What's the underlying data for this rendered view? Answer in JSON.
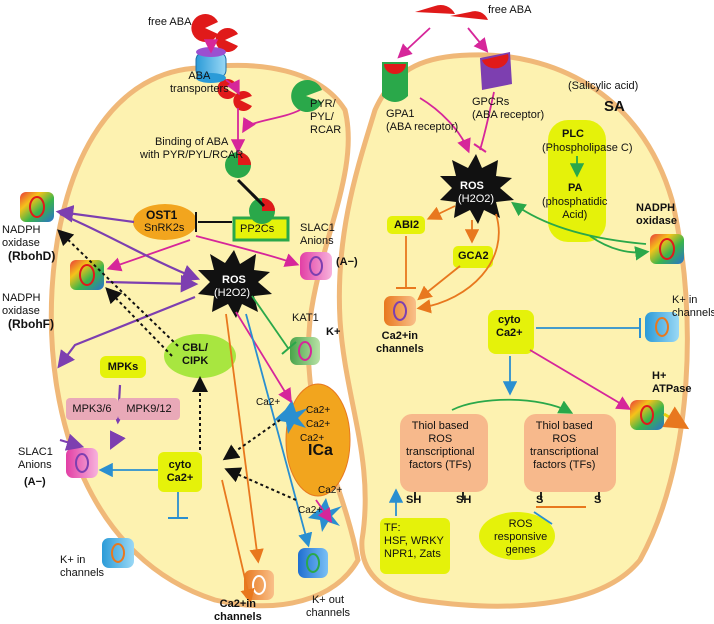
{
  "colors": {
    "cell_fill": "#fdf2b0",
    "cell_border": "#f0b878",
    "arrow_magenta": "#d6269a",
    "arrow_purple": "#7d3fb0",
    "arrow_blue": "#2a8fd0",
    "arrow_green": "#2aa84a",
    "arrow_orange": "#e8781e",
    "inhibit_black": "#111111",
    "lime_box": "#e5f20a",
    "peach_box": "#f7b98c",
    "orange_box": "#f2a51e",
    "ros_star": "#111111"
  },
  "left_cell": {
    "free_aba": "free ABA",
    "aba_transporters": "ABA\ntransporters",
    "pyr_receptor": "PYR/\nPYL/\nRCAR",
    "binding": "Binding of ABA\nwith PYR/PYL/RCAR",
    "ost1_title": "OST1",
    "ost1_sub": "SnRK2s",
    "pp2cs": "PP2Cs",
    "nadph_d_label": "NADPH\noxidase",
    "nadph_d_name": "(RbohD)",
    "nadph_f_label": "NADPH\noxidase",
    "nadph_f_name": "(RbohF)",
    "ros": "ROS",
    "ros_sub": "(H2O2)",
    "slac1_top_label": "SLAC1\nAnions",
    "slac1_top_ion": "(A−)",
    "kat1_label": "KAT1",
    "kat1_ion": "K+",
    "cbl": "CBL/\nCIPK",
    "mpks": "MPKs",
    "mpk36": "MPK3/6",
    "mpk912": "MPK9/12",
    "ica": "ICa",
    "ca_small": [
      "Ca2+",
      "Ca2+",
      "Ca2+",
      "Ca2+",
      "Ca2+",
      "Ca2+"
    ],
    "cyto_ca": "cyto\nCa2+",
    "slac1_bottom_label": "SLAC1\nAnions",
    "slac1_bottom_ion": "(A−)",
    "k_in_label": "K+ in\nchannels",
    "ca_in_label": "Ca2+in\nchannels",
    "k_out_label": "K+ out\nchannels"
  },
  "right_cell": {
    "free_aba": "free ABA",
    "gpa1": "GPA1\n(ABA receptor)",
    "gpcrs": "GPCRs\n(ABA receptor)",
    "salicylic": "(Salicylic acid)",
    "sa": "SA",
    "plc_title": "PLC",
    "plc_sub": "(Phospholipase C)",
    "pa_title": "PA",
    "pa_sub": "(phosphatidic\nAcid)",
    "ros": "ROS",
    "ros_sub": "(H2O2)",
    "abi2": "ABI2",
    "gca2": "GCA2",
    "nadph_label": "NADPH\noxidase",
    "k_in_label": "K+ in\nchannels",
    "ca_in_label": "Ca2+in\nchannels",
    "cyto_ca": "cyto\nCa2+",
    "h_atpase": "H+\nATPase",
    "tf_left": "Thiol based\nROS\ntranscriptional\nfactors (TFs)",
    "tf_right": "Thiol based\nROS\ntranscriptional\nfactors (TFs)",
    "sh1": "SH",
    "sh2": "SH",
    "s1": "S",
    "s2": "S",
    "tf_list": "TF:\nHSF, WRKY\nNPR1, Zats",
    "ros_genes": "ROS\nresponsive\ngenes"
  }
}
